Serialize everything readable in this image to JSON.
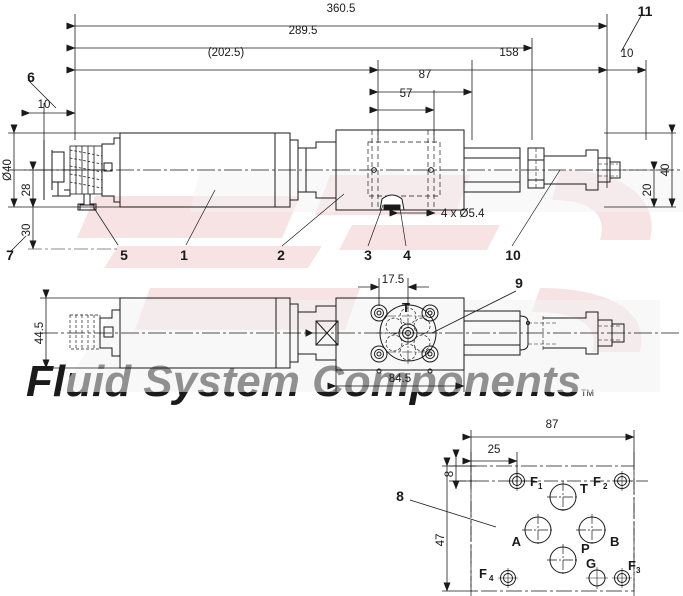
{
  "drawing": {
    "title": "Hydraulic cylinder with valve block assembly dimensioned drawing",
    "watermark": {
      "text": "Fluid System Components",
      "trademark": "TM",
      "color": "#e8e8e8",
      "logo_color": "#f5dfe2"
    },
    "line_color": "#1a1a1a",
    "views": [
      {
        "name": "top-view",
        "label": ""
      },
      {
        "name": "side-view",
        "label": ""
      },
      {
        "name": "port-pattern-detail",
        "label": ""
      }
    ]
  },
  "top_view": {
    "horizontal_dimensions": [
      {
        "value": "360.5",
        "name": "dim-360-5"
      },
      {
        "value": "289.5",
        "name": "dim-289-5"
      },
      {
        "value": "(202.5)",
        "name": "dim-202-5"
      },
      {
        "value": "158",
        "name": "dim-158"
      },
      {
        "value": "87",
        "name": "dim-87-top"
      },
      {
        "value": "57",
        "name": "dim-57"
      },
      {
        "value": "10",
        "name": "dim-10-left"
      },
      {
        "value": "10",
        "name": "dim-10-right"
      }
    ],
    "vertical_dimensions": [
      {
        "value": "Ø40",
        "name": "dim-dia-40"
      },
      {
        "value": "28",
        "name": "dim-28"
      },
      {
        "value": "30",
        "name": "dim-30"
      },
      {
        "value": "40",
        "name": "dim-40-right"
      },
      {
        "value": "20",
        "name": "dim-20-right"
      }
    ],
    "notes": [
      {
        "value": "4 x Ø5.4",
        "name": "note-4x-dia-5-4"
      }
    ],
    "balloons": [
      {
        "value": "6",
        "name": "balloon-6"
      },
      {
        "value": "11",
        "name": "balloon-11"
      },
      {
        "value": "7",
        "name": "balloon-7"
      },
      {
        "value": "5",
        "name": "balloon-5"
      },
      {
        "value": "1",
        "name": "balloon-1"
      },
      {
        "value": "2",
        "name": "balloon-2"
      },
      {
        "value": "3",
        "name": "balloon-3"
      },
      {
        "value": "4",
        "name": "balloon-4"
      },
      {
        "value": "10",
        "name": "balloon-10"
      }
    ]
  },
  "side_view": {
    "vertical_dimensions": [
      {
        "value": "44.5",
        "name": "dim-44-5"
      }
    ],
    "horizontal_dimensions": [
      {
        "value": "17.5",
        "name": "dim-17-5"
      },
      {
        "value": "84.5",
        "name": "dim-84-5"
      }
    ],
    "port_labels": [
      {
        "value": "T",
        "name": "port-label-t-side"
      }
    ],
    "balloons": [
      {
        "value": "9",
        "name": "balloon-9"
      }
    ]
  },
  "detail_view": {
    "horizontal_dimensions": [
      {
        "value": "87",
        "name": "dim-87-detail"
      },
      {
        "value": "25",
        "name": "dim-25"
      }
    ],
    "vertical_dimensions": [
      {
        "value": "8",
        "name": "dim-8"
      },
      {
        "value": "47",
        "name": "dim-47"
      }
    ],
    "balloons": [
      {
        "value": "8",
        "name": "balloon-8"
      }
    ],
    "ports": [
      {
        "base": "F",
        "sub": "1",
        "name": "port-f1",
        "type": "small"
      },
      {
        "base": "F",
        "sub": "2",
        "name": "port-f2",
        "type": "small"
      },
      {
        "base": "F",
        "sub": "3",
        "name": "port-f3",
        "type": "small"
      },
      {
        "base": "F",
        "sub": "4",
        "name": "port-f4",
        "type": "small"
      },
      {
        "base": "T",
        "sub": "",
        "name": "port-t",
        "type": "large"
      },
      {
        "base": "A",
        "sub": "",
        "name": "port-a",
        "type": "large"
      },
      {
        "base": "B",
        "sub": "",
        "name": "port-b",
        "type": "large"
      },
      {
        "base": "P",
        "sub": "",
        "name": "port-p",
        "type": "large"
      },
      {
        "base": "G",
        "sub": "",
        "name": "port-g",
        "type": "medium"
      }
    ]
  }
}
